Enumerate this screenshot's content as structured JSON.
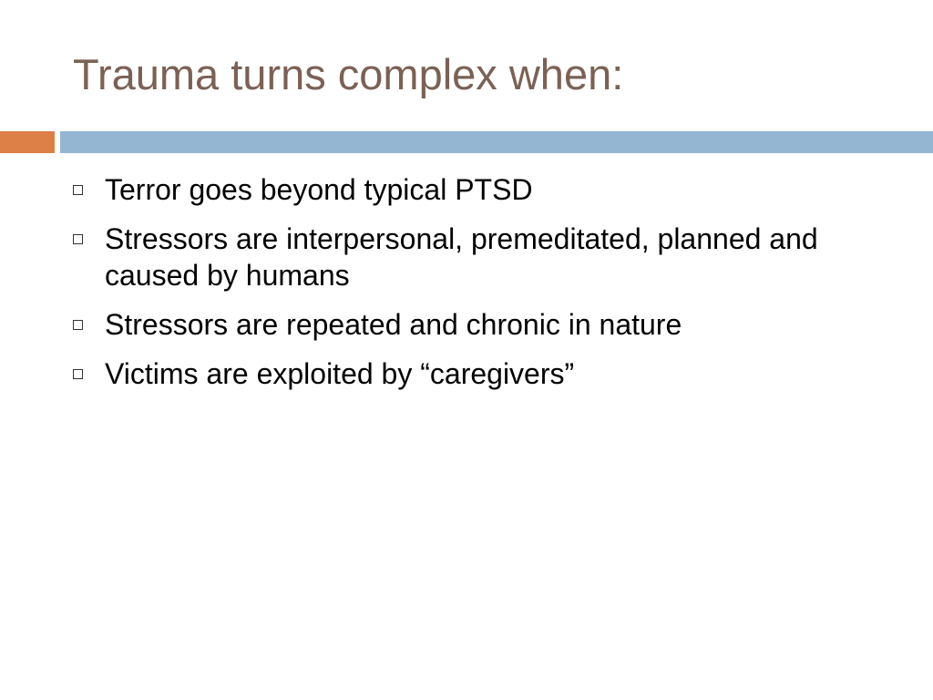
{
  "slide": {
    "title": "Trauma turns complex when:",
    "accent_colors": {
      "title_text": "#7b6155",
      "bar_left": "#dd8047",
      "bar_right": "#94b6d2"
    },
    "bullet_icon": "square-bullet-icon",
    "bullets": [
      {
        "text": "Terror goes beyond typical PTSD"
      },
      {
        "text": "Stressors are interpersonal, premeditated, planned and caused by humans"
      },
      {
        "text": "Stressors are repeated and chronic in nature"
      },
      {
        "text": "Victims are exploited by “caregivers”"
      }
    ]
  }
}
